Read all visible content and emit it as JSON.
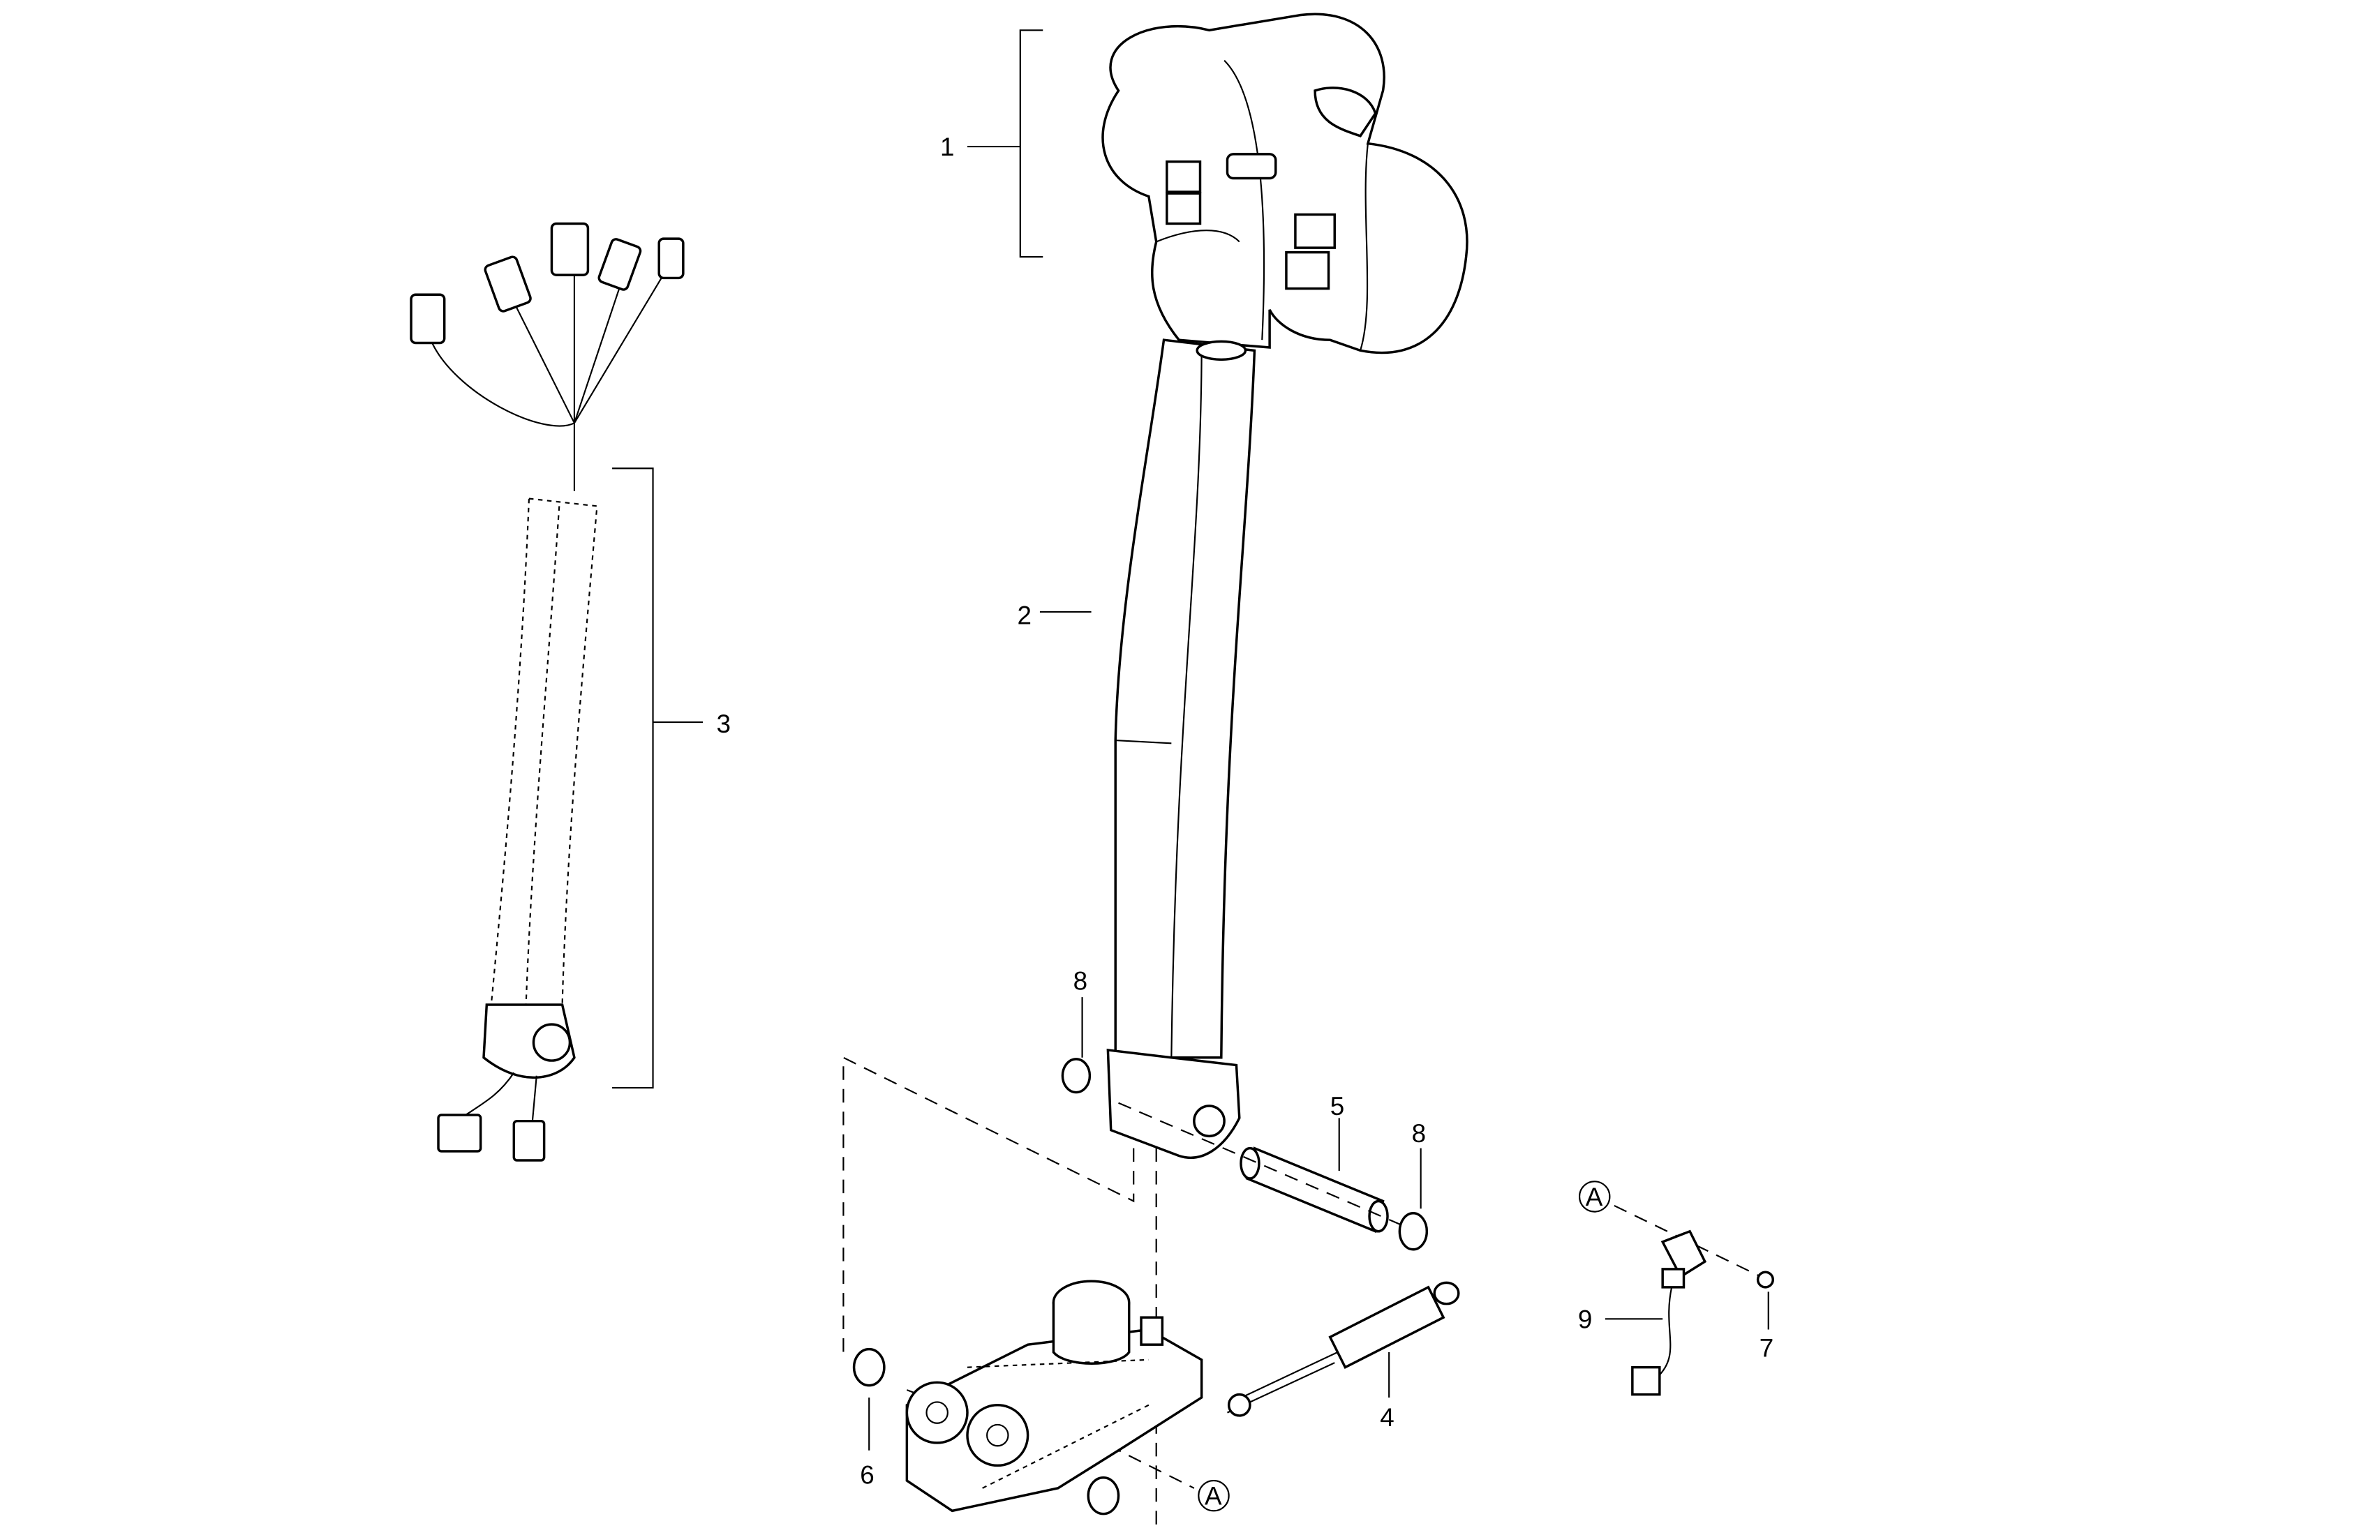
{
  "diagram": {
    "type": "exploded-parts-view",
    "callouts": {
      "handle": "1",
      "column": "2",
      "harness": "3",
      "gas_spring": "4",
      "pin": "5",
      "bushing": "6",
      "screw": "7",
      "circlip_left": "8",
      "circlip_right": "8",
      "sensor": "9",
      "ref_a_base": "A",
      "ref_a_sensor": "A"
    }
  }
}
